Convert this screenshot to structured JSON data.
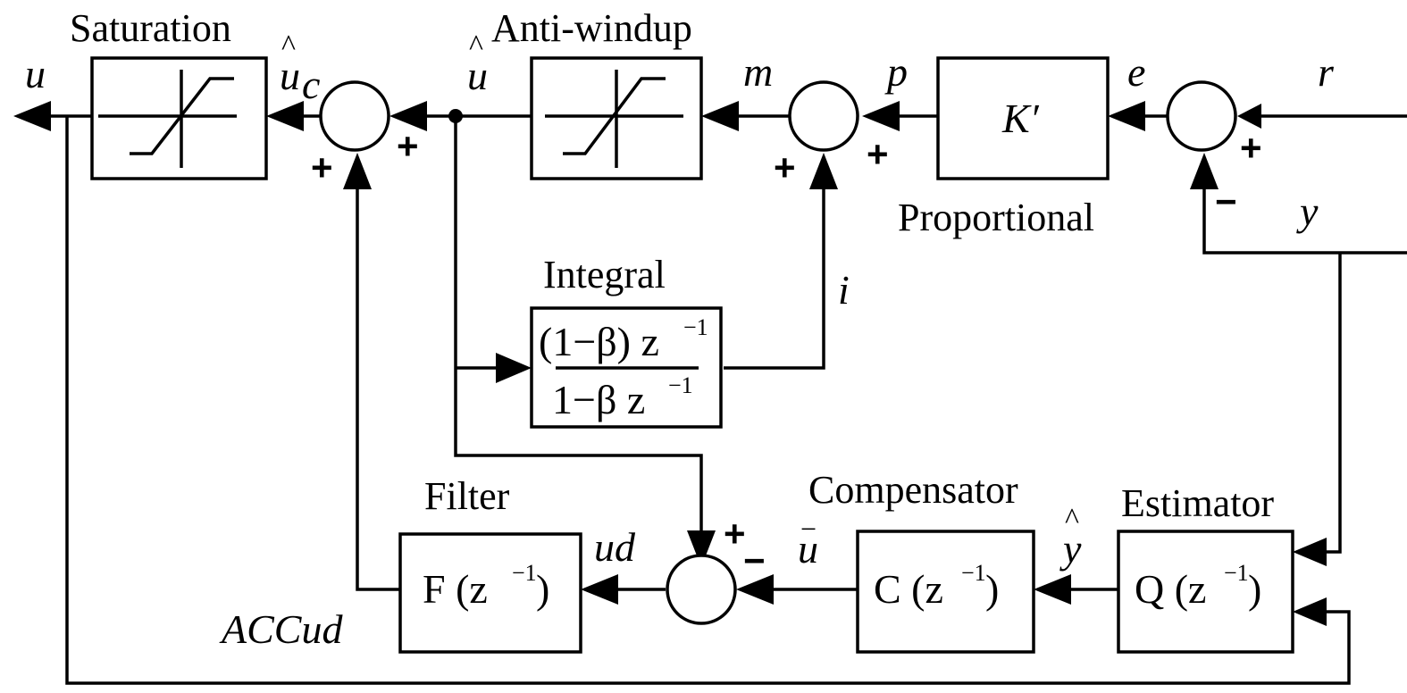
{
  "blocks": {
    "saturation": {
      "title": "Saturation"
    },
    "anti_windup": {
      "title": "Anti-windup"
    },
    "proportional": {
      "title": "Proportional",
      "content": "K′"
    },
    "integral": {
      "title": "Integral",
      "numerator": "(1−β) z",
      "denominator": "1−β z",
      "exponent": "−1"
    },
    "filter": {
      "title": "Filter",
      "content": "F (z",
      "exponent": "−1",
      "close": ")"
    },
    "compensator": {
      "title": "Compensator",
      "content": "C (z",
      "exponent": "−1",
      "close": ")"
    },
    "estimator": {
      "title": "Estimator",
      "content": "Q (z",
      "exponent": "−1",
      "close": ")"
    }
  },
  "signals": {
    "u": "u",
    "u_hat": "u",
    "u_hat_c": "u",
    "u_hat_c_sub": "c",
    "hat": "^",
    "m": "m",
    "p": "p",
    "e": "e",
    "r": "r",
    "y": "y",
    "i": "i",
    "y_hat": "y",
    "u_bar": "u",
    "bar": "−",
    "ud": "ud",
    "accud": "ACCud"
  },
  "signs": {
    "plus": "+",
    "minus": "−"
  }
}
